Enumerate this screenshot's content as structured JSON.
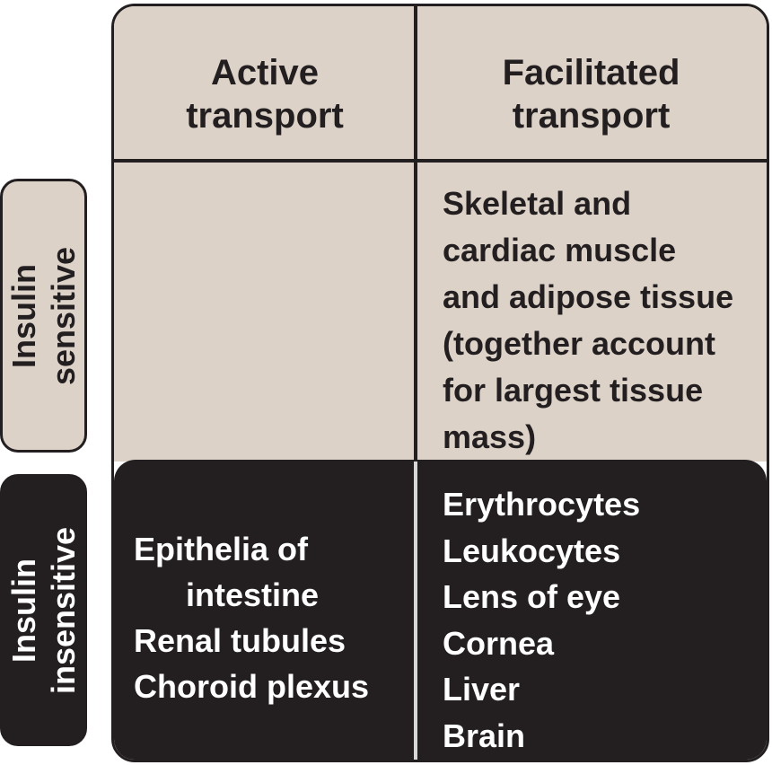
{
  "columns": {
    "active": [
      "Active",
      "transport"
    ],
    "facilitated": [
      "Facilitated",
      "transport"
    ]
  },
  "rows": {
    "sensitive": [
      "Insulin",
      "sensitive"
    ],
    "insensitive": [
      "Insulin",
      "insensitive"
    ]
  },
  "cells": {
    "sensitive_facilitated": [
      "Skeletal and",
      "cardiac muscle",
      "and adipose tissue",
      "(together account",
      "for largest tissue",
      "mass)"
    ],
    "insensitive_active": [
      "Epithelia of",
      "intestine",
      "Renal tubules",
      "Choroid plexus"
    ],
    "insensitive_facilitated": [
      "Erythrocytes",
      "Leukocytes",
      "Lens of eye",
      "Cornea",
      "Liver",
      "Brain"
    ]
  },
  "colors": {
    "light_fill": "#dcd2c8",
    "dark_fill": "#231f20",
    "light_text": "#ffffff",
    "dark_text": "#231f20"
  }
}
